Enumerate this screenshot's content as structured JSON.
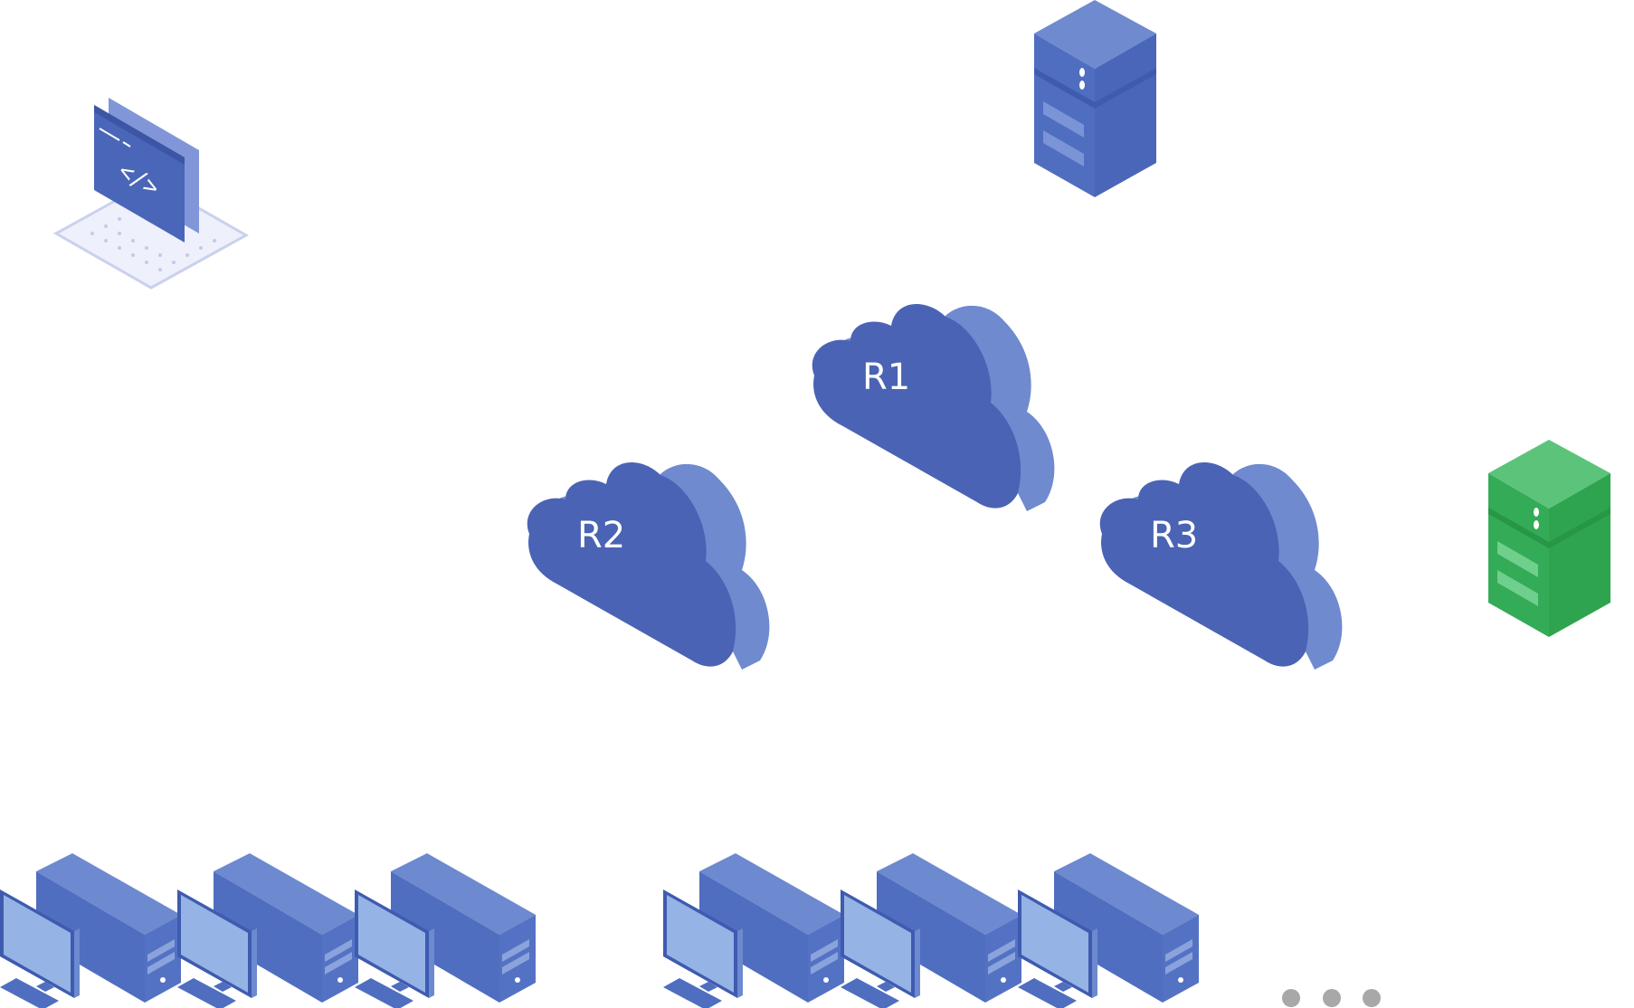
{
  "diagram": {
    "routers": [
      {
        "id": "r1",
        "label": "R1"
      },
      {
        "id": "r2",
        "label": "R2"
      },
      {
        "id": "r3",
        "label": "R3"
      }
    ],
    "servers": [
      {
        "id": "server-blue",
        "color": "blue"
      },
      {
        "id": "server-green",
        "color": "green"
      }
    ],
    "developer_laptop": {
      "icon": "code-laptop-icon",
      "glyph": "</>"
    },
    "client_groups": [
      {
        "id": "group-left",
        "count": 3
      },
      {
        "id": "group-middle",
        "count": 3
      }
    ],
    "more_indicator": {
      "icon": "ellipsis-icon",
      "dots": 3
    }
  },
  "colors": {
    "blue_dark": "#4a66b8",
    "blue_mid": "#5470c2",
    "blue_light": "#7088cc",
    "blue_side": "#6a86cf",
    "screen": "#95b3e4",
    "green_dark": "#2ea44f",
    "green_light": "#5cc47a",
    "dots": "#a8a8a8"
  }
}
